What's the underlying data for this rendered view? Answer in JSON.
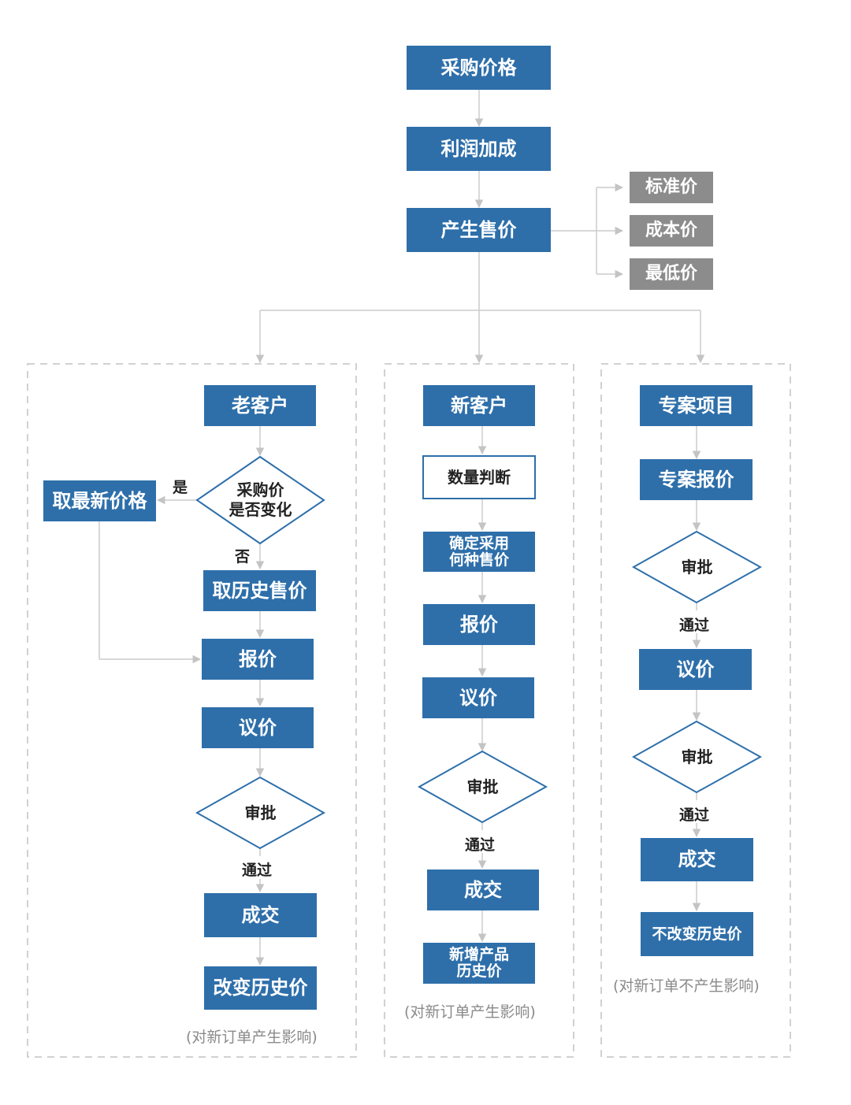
{
  "top": {
    "purchase_price": "采购价格",
    "profit_markup": "利润加成",
    "generate_price": "产生售价"
  },
  "price_types": [
    "标准价",
    "成本价",
    "最低价"
  ],
  "old_customer": {
    "title": "老客户",
    "decision_line1": "采购价",
    "decision_line2": "是否变化",
    "yes": "是",
    "no": "否",
    "latest_price": "取最新价格",
    "history_price": "取历史售价",
    "quote": "报价",
    "negotiate": "议价",
    "approve": "审批",
    "pass": "通过",
    "deal": "成交",
    "change_history": "改变历史价",
    "note": "(对新订单产生影响)"
  },
  "new_customer": {
    "title": "新客户",
    "quantity": "数量判断",
    "decide_line1": "确定采用",
    "decide_line2": "何种售价",
    "quote": "报价",
    "negotiate": "议价",
    "approve": "审批",
    "pass": "通过",
    "deal": "成交",
    "add_line1": "新增产品",
    "add_line2": "历史价",
    "note": "(对新订单产生影响)"
  },
  "project": {
    "title": "专案项目",
    "quote": "专案报价",
    "approve1": "审批",
    "pass1": "通过",
    "negotiate": "议价",
    "approve2": "审批",
    "pass2": "通过",
    "deal": "成交",
    "keep_history": "不改变历史价",
    "note": "(对新订单不产生影响)"
  },
  "colors": {
    "box": "#2e6faa",
    "gray_box": "#8c8c8c",
    "line": "#cccccc",
    "dash": "#bbbbbb"
  }
}
